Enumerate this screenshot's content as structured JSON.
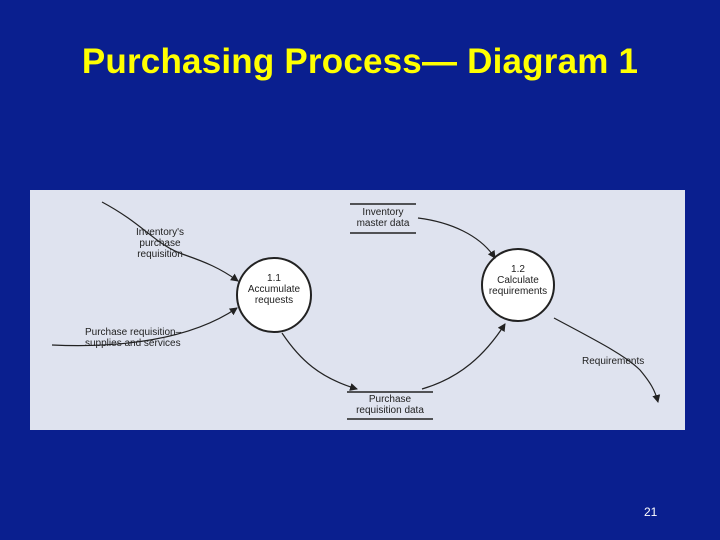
{
  "slide": {
    "title": "Purchasing Process— Diagram 1",
    "page_number": "21"
  },
  "diagram": {
    "processes": [
      {
        "id": "1.1",
        "lines": [
          "1.1",
          "Accumulate",
          "requests"
        ]
      },
      {
        "id": "1.2",
        "lines": [
          "1.2",
          "Calculate",
          "requirements"
        ]
      }
    ],
    "data_stores": [
      {
        "lines": [
          "Inventory",
          "master data"
        ]
      },
      {
        "lines": [
          "Purchase",
          "requisition data"
        ]
      }
    ],
    "flows": {
      "inventory_requisition": [
        "Inventory's",
        "purchase",
        "requisition"
      ],
      "purchase_requisition": [
        "Purchase requisition–",
        "supplies and services"
      ],
      "requirements": "Requirements"
    },
    "colors": {
      "background": "#0a1f8f",
      "title": "#ffff00",
      "panel": "#dfe3ef",
      "ink": "#222222"
    }
  }
}
